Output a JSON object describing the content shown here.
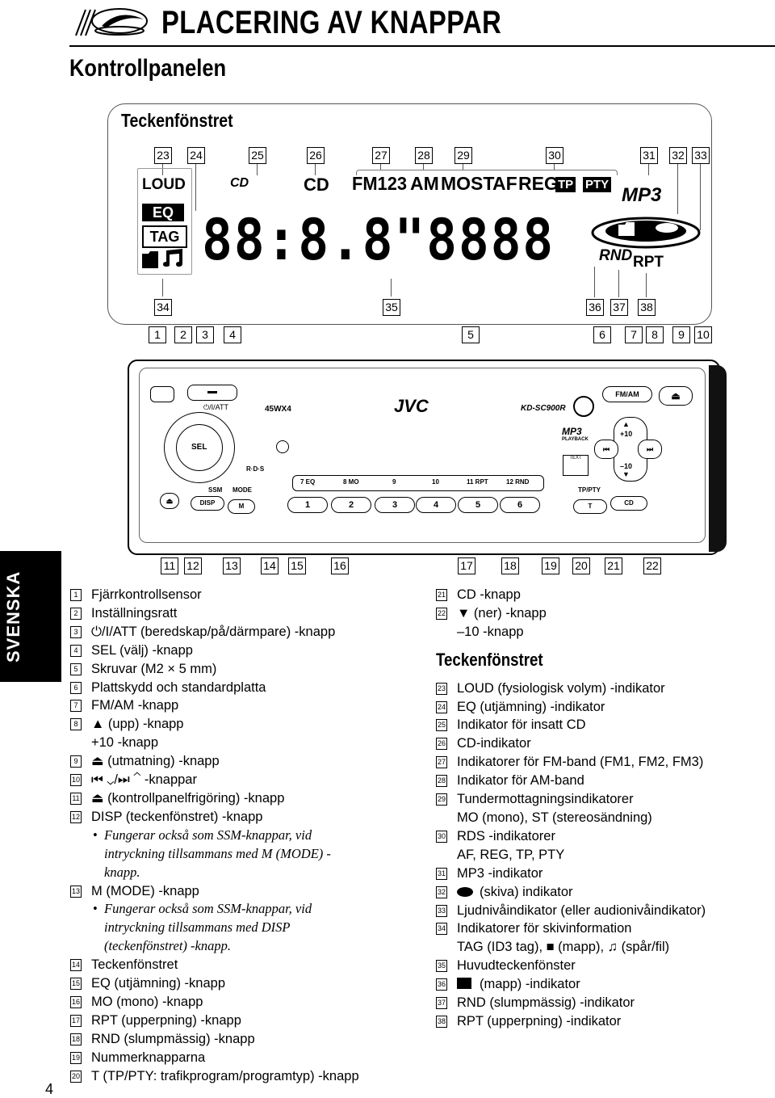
{
  "header": {
    "title": "PLACERING AV KNAPPAR",
    "subtitle": "Kontrollpanelen"
  },
  "display": {
    "title": "Teckenfönstret",
    "top_numbers": [
      "23",
      "24",
      "25",
      "26",
      "27",
      "28",
      "29",
      "30",
      "31",
      "32",
      "33"
    ],
    "bottom_numbers": [
      "34",
      "35",
      "36",
      "37",
      "38"
    ],
    "indicators": {
      "loud": "LOUD",
      "eq": "EQ",
      "tag": "TAG",
      "cd_logo": "CD",
      "cd": "CD",
      "fm": "FM123",
      "am": "AM",
      "most": "MOST",
      "af": "AF",
      "reg": "REG",
      "tp": "TP",
      "pty": "PTY",
      "mp3": "MP3",
      "rnd": "RND",
      "rpt": "RPT",
      "segments": "88:8.8\"8888"
    }
  },
  "panel": {
    "top_numbers": [
      "1",
      "2",
      "3",
      "4",
      "5",
      "6",
      "7",
      "8",
      "9",
      "10"
    ],
    "bottom_numbers": [
      "11",
      "12",
      "13",
      "14",
      "15",
      "16",
      "17",
      "18",
      "19",
      "20",
      "21",
      "22"
    ],
    "labels": {
      "att": "⏻/I/ATT",
      "model_code": "45WX4",
      "brand": "JVC",
      "model": "KD-SC900R",
      "fm_am": "FM/AM",
      "plus10": "+10",
      "minus10": "–10",
      "mp3_logo": "MP3",
      "playback": "PLAYBACK",
      "sel": "SEL",
      "rds": "R·D·S",
      "ssm": "SSM",
      "mode": "MODE",
      "disp": "DISP",
      "m": "M",
      "tp_pty": "TP/PTY",
      "t": "T",
      "cd": "CD",
      "cd_text": "TEXT",
      "row_labels": [
        "7  EQ",
        "8  MO",
        "9",
        "10",
        "11  RPT",
        "12  RND"
      ],
      "presets": [
        "1",
        "2",
        "3",
        "4",
        "5",
        "6"
      ]
    }
  },
  "sidebar": {
    "language": "SVENSKA"
  },
  "page_number": "4",
  "left_list": [
    {
      "n": "1",
      "text": "Fjärrkontrollsensor"
    },
    {
      "n": "2",
      "text": "Inställningsratt"
    },
    {
      "n": "3",
      "text": "⏻/I/ATT (beredskap/på/därmpare) -knapp"
    },
    {
      "n": "4",
      "text": "SEL (välj) -knapp"
    },
    {
      "n": "5",
      "text": "Skruvar (M2 × 5 mm)"
    },
    {
      "n": "6",
      "text": "Plattskydd och standardplatta"
    },
    {
      "n": "7",
      "text": "FM/AM -knapp"
    },
    {
      "n": "8",
      "text": "▲ (upp) -knapp"
    },
    {
      "n": "8b",
      "text": "+10 -knapp"
    },
    {
      "n": "9",
      "text": "⏏ (utmatning) -knapp"
    },
    {
      "n": "10",
      "text": "⏮ ⌄/⏭ ⌃ -knappar"
    },
    {
      "n": "11",
      "text": "⏏ (kontrollpanelfrigöring) -knapp"
    },
    {
      "n": "12",
      "text": "DISP (teckenfönstret) -knapp"
    },
    {
      "n": "12n1",
      "text": "Fungerar också som SSM-knappar, vid"
    },
    {
      "n": "12n2",
      "text": "intryckning tillsammans med M (MODE) -"
    },
    {
      "n": "12n3",
      "text": "knapp."
    },
    {
      "n": "13",
      "text": "M (MODE) -knapp"
    },
    {
      "n": "13n1",
      "text": "Fungerar också som SSM-knappar, vid"
    },
    {
      "n": "13n2",
      "text": "intryckning tillsammans med DISP"
    },
    {
      "n": "13n3",
      "text": "(teckenfönstret) -knapp."
    },
    {
      "n": "14",
      "text": "Teckenfönstret"
    },
    {
      "n": "15",
      "text": "EQ (utjämning) -knapp"
    },
    {
      "n": "16",
      "text": "MO (mono) -knapp"
    },
    {
      "n": "17",
      "text": "RPT (upperpning) -knapp"
    },
    {
      "n": "18",
      "text": "RND (slumpmässig) -knapp"
    },
    {
      "n": "19",
      "text": "Nummerknapparna"
    },
    {
      "n": "20",
      "text": "T (TP/PTY: trafikprogram/programtyp) -knapp"
    }
  ],
  "right_list": [
    {
      "n": "21",
      "text": "CD -knapp"
    },
    {
      "n": "22",
      "text": "▼ (ner) -knapp"
    },
    {
      "n": "22b",
      "text": "–10 -knapp"
    },
    {
      "n": "h",
      "text": "Teckenfönstret"
    },
    {
      "n": "23",
      "text": "LOUD (fysiologisk volym) -indikator"
    },
    {
      "n": "24",
      "text": "EQ (utjämning) -indikator"
    },
    {
      "n": "25",
      "text": "Indikator för insatt CD"
    },
    {
      "n": "26",
      "text": "CD-indikator"
    },
    {
      "n": "27",
      "text": "Indikatorer för FM-band (FM1, FM2, FM3)"
    },
    {
      "n": "28",
      "text": "Indikator för AM-band"
    },
    {
      "n": "29",
      "text": "Tundermottagningsindikatorer"
    },
    {
      "n": "29b",
      "text": "MO (mono), ST (stereosändning)"
    },
    {
      "n": "30",
      "text": "RDS -indikatorer"
    },
    {
      "n": "30b",
      "text": "AF, REG, TP, PTY"
    },
    {
      "n": "31",
      "text": "MP3 -indikator"
    },
    {
      "n": "32",
      "text": "(skiva) indikator"
    },
    {
      "n": "33",
      "text": "Ljudnivåindikator (eller audionivåindikator)"
    },
    {
      "n": "34",
      "text": "Indikatorer för skivinformation"
    },
    {
      "n": "34b",
      "text": "TAG (ID3 tag), ■ (mapp), ♫ (spår/fil)"
    },
    {
      "n": "35",
      "text": "Huvudteckenfönster"
    },
    {
      "n": "36",
      "text": "(mapp) -indikator"
    },
    {
      "n": "37",
      "text": "RND (slumpmässig) -indikator"
    },
    {
      "n": "38",
      "text": "RPT (upperpning) -indikator"
    }
  ]
}
